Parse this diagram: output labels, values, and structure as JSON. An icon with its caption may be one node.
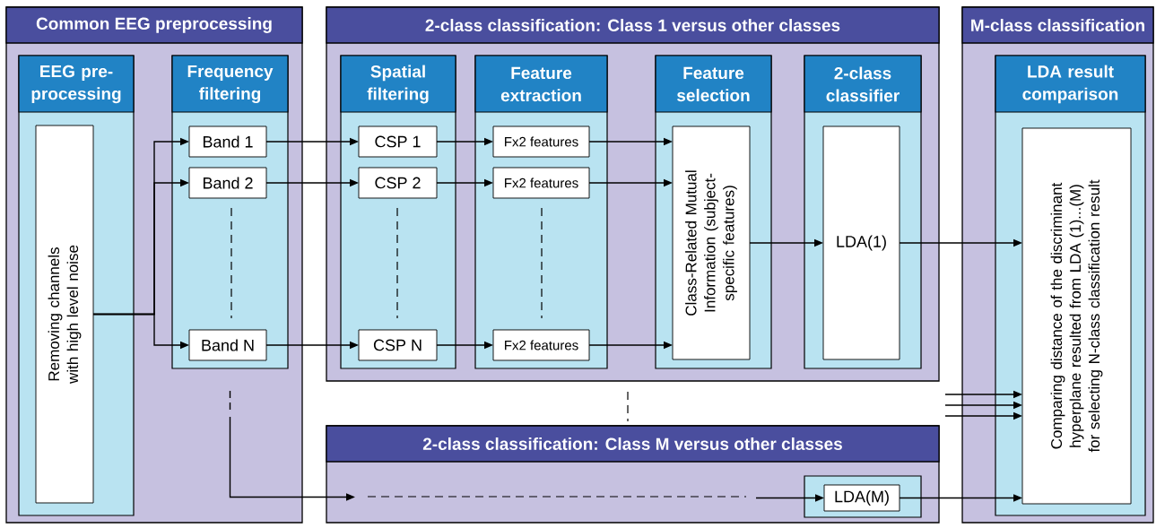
{
  "diagram": {
    "nodes": [
      {
        "text": [
          "Common EEG preprocessing"
        ]
      },
      {
        "text": [
          "EEG pre-processing"
        ],
        "in": 0
      },
      {
        "text": [
          "Removing channels with high level noise"
        ],
        "in": 1
      },
      {
        "text": [
          "Frequency filtering"
        ],
        "in": 0
      },
      {
        "text": [
          "Band 1"
        ],
        "in": 3
      },
      {
        "text": [
          "Band 2"
        ],
        "in": 3
      },
      {
        "text": [
          "Band N"
        ],
        "in": 3
      },
      {
        "text": [
          "2-class classification: Class 1 versus other classes"
        ]
      },
      {
        "text": [
          "Spatial filtering"
        ],
        "in": 7
      },
      {
        "text": [
          "CSP 1"
        ],
        "in": 8
      },
      {
        "text": [
          "CSP 2"
        ],
        "in": 8
      },
      {
        "text": [
          "CSP N"
        ],
        "in": 8
      },
      {
        "text": [
          "Feature extraction"
        ],
        "in": 7
      },
      {
        "text": [
          "Fx2 features"
        ],
        "in": 12
      },
      {
        "text": [
          "Fx2 features"
        ],
        "in": 12
      },
      {
        "text": [
          "Fx2 features"
        ],
        "in": 12
      },
      {
        "text": [
          "Feature selection"
        ],
        "in": 7
      },
      {
        "text": [
          "Class-Related Mutual Information (subject-specific features)"
        ],
        "in": 16
      },
      {
        "text": [
          "2-class classifier"
        ],
        "in": 7
      },
      {
        "text": [
          "LDA(1)"
        ],
        "in": 18
      },
      {
        "text": [
          "2-class classification: Class M versus other classes"
        ]
      },
      {
        "text": [],
        "shape": "box",
        "in": 20
      },
      {
        "text": [
          "LDA(M)"
        ],
        "in": 21
      },
      {
        "text": [
          "M-class classification"
        ]
      },
      {
        "text": [
          "LDA result comparison"
        ],
        "in": 23
      },
      {
        "text": [
          "Comparing distance of the discriminant hyperplane resulted from LDA (1)...(M) for selecting N-class classification result"
        ],
        "in": 24
      }
    ],
    "edges": [
      {
        "from": 2,
        "to": 4,
        "arrow": "to"
      },
      {
        "from": 2,
        "to": 5,
        "arrow": "to"
      },
      {
        "from": 2,
        "to": 6,
        "arrow": "to"
      },
      {
        "from": 4,
        "to": 9,
        "arrow": "to"
      },
      {
        "from": 5,
        "to": 10,
        "arrow": "to"
      },
      {
        "from": 6,
        "to": 11,
        "arrow": "to"
      },
      {
        "from": 9,
        "to": 13,
        "arrow": "to"
      },
      {
        "from": 10,
        "to": 14,
        "arrow": "to"
      },
      {
        "from": 11,
        "to": 15,
        "arrow": "to"
      },
      {
        "from": 13,
        "to": 17,
        "arrow": "to"
      },
      {
        "from": 14,
        "to": 17,
        "arrow": "to"
      },
      {
        "from": 15,
        "to": 17,
        "arrow": "to"
      },
      {
        "from": 17,
        "to": 19,
        "arrow": "to"
      },
      {
        "from": 19,
        "to": 25,
        "arrow": "to"
      },
      {
        "from": 3,
        "to": 20,
        "arrow": "to",
        "style": "dashed"
      },
      {
        "from": null,
        "to": 22,
        "arrow": "to"
      },
      {
        "from": 22,
        "to": 25,
        "arrow": "to"
      },
      {
        "from": null,
        "to": 25,
        "arrow": "to"
      },
      {
        "from": null,
        "to": 25,
        "arrow": "to"
      },
      {
        "from": null,
        "to": 25,
        "arrow": "to"
      }
    ]
  }
}
